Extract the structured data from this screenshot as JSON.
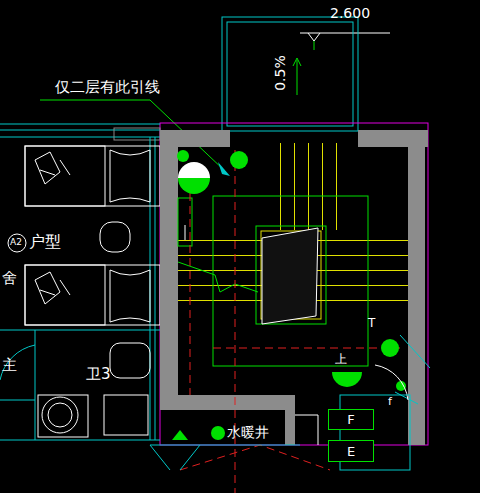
{
  "diagram": {
    "nodes": [
      {
        "text": [
          "F"
        ]
      },
      {
        "text": [
          "E"
        ]
      }
    ],
    "labels": [
      "2.600",
      "0.5%",
      "仅二层有此引线",
      "A2",
      "户型",
      "舍",
      "主",
      "卫3",
      "水暖井",
      "上",
      "T",
      "f"
    ]
  }
}
